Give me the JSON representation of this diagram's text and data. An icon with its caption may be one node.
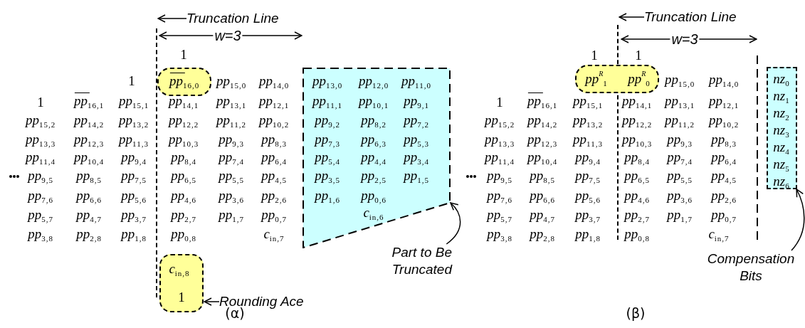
{
  "diagram": {
    "nodes": [
      {
        "text": [
          "Truncation Line"
        ]
      },
      {
        "text": [],
        "shape": "line"
      },
      {
        "text": [
          "*pp*$_{16,0}$"
        ]
      },
      {
        "text": [
          "*c*$_{in,8}$",
          "1"
        ]
      },
      {
        "text": [
          "Rounding Ace"
        ]
      },
      {
        "text": [
          "*pp*$_{13,0}$",
          "*pp*$_{12,0}$",
          "*pp*$_{11,0}$",
          "*pp*$_{11,1}$",
          "*pp*$_{10,1}$",
          "*pp*$_{9,1}$",
          "*pp*$_{9,2}$",
          "*pp*$_{8,2}$",
          "*pp*$_{7,2}$",
          "*pp*$_{7,3}$",
          "*pp*$_{6,3}$",
          "*pp*$_{5,3}$",
          "*pp*$_{5,4}$",
          "*pp*$_{4,4}$",
          "*pp*$_{3,4}$",
          "*pp*$_{3,5}$",
          "*pp*$_{2,5}$",
          "*pp*$_{1,5}$",
          "*pp*$_{1,6}$",
          "*pp*$_{0,6}$",
          "*c*$_{in,6}$"
        ]
      },
      {
        "text": [
          "Part to Be Truncated"
        ]
      },
      {
        "text": [
          "Truncation Line"
        ]
      },
      {
        "text": [],
        "shape": "line"
      },
      {
        "text": [
          "*pp*$^{R}$$_{1}$",
          "*pp*$^{R}$$_{0}$"
        ]
      },
      {
        "text": [
          "*nz*$_{0}$",
          "*nz*$_{1}$",
          "*nz*$_{2}$",
          "*nz*$_{3}$",
          "*nz*$_{4}$",
          "*nz*$_{5}$",
          "*nz*$_{6}$"
        ]
      },
      {
        "text": [
          "Compensation Bits"
        ]
      }
    ],
    "edges": [
      {
        "from": 0,
        "to": 1,
        "arrow": "to"
      },
      {
        "from": 4,
        "to": 3,
        "arrow": "to"
      },
      {
        "from": 6,
        "to": 5,
        "arrow": "to"
      },
      {
        "from": 7,
        "to": 8,
        "arrow": "to"
      },
      {
        "from": 11,
        "to": 10,
        "arrow": "to"
      }
    ],
    "labels": [
      "w=3",
      "1",
      "1",
      "*pp*$_{15,0}$",
      "*pp*$_{14,0}$",
      "1",
      "*pp*$_{16,1}$",
      "*pp*$_{15,1}$",
      "*pp*$_{14,1}$",
      "*pp*$_{13,1}$",
      "*pp*$_{12,1}$",
      "*pp*$_{15,2}$",
      "*pp*$_{14,2}$",
      "*pp*$_{13,2}$",
      "*pp*$_{12,2}$",
      "*pp*$_{11,2}$",
      "*pp*$_{10,2}$",
      "*pp*$_{13,3}$",
      "*pp*$_{12,3}$",
      "*pp*$_{11,3}$",
      "*pp*$_{10,3}$",
      "*pp*$_{9,3}$",
      "*pp*$_{8,3}$",
      "*pp*$_{11,4}$",
      "*pp*$_{10,4}$",
      "*pp*$_{9,4}$",
      "*pp*$_{8,4}$",
      "*pp*$_{7,4}$",
      "*pp*$_{6,4}$",
      "*pp*$_{9,5}$",
      "*pp*$_{8,5}$",
      "*pp*$_{7,5}$",
      "*pp*$_{6,5}$",
      "*pp*$_{5,5}$",
      "*pp*$_{4,5}$",
      "*pp*$_{7,6}$",
      "*pp*$_{6,6}$",
      "*pp*$_{5,6}$",
      "*pp*$_{4,6}$",
      "*pp*$_{3,6}$",
      "*pp*$_{2,6}$",
      "*pp*$_{5,7}$",
      "*pp*$_{4,7}$",
      "*pp*$_{3,7}$",
      "*pp*$_{2,7}$",
      "*pp*$_{1,7}$",
      "*pp*$_{0,7}$",
      "*pp*$_{3,8}$",
      "*pp*$_{2,8}$",
      "*pp*$_{1,8}$",
      "*pp*$_{0,8}$",
      "*c*$_{in,7}$",
      "(α)",
      "w=3",
      "1",
      "1",
      "*pp*$_{15,0}$",
      "*pp*$_{14,0}$",
      "1",
      "*pp*$_{16,1}$",
      "*pp*$_{15,1}$",
      "*pp*$_{14,1}$",
      "*pp*$_{13,1}$",
      "*pp*$_{12,1}$",
      "*pp*$_{15,2}$",
      "*pp*$_{14,2}$",
      "*pp*$_{13,2}$",
      "*pp*$_{12,2}$",
      "*pp*$_{11,2}$",
      "*pp*$_{10,2}$",
      "*pp*$_{13,3}$",
      "*pp*$_{12,3}$",
      "*pp*$_{11,3}$",
      "*pp*$_{10,3}$",
      "*pp*$_{9,3}$",
      "*pp*$_{8,3}$",
      "*pp*$_{11,4}$",
      "*pp*$_{10,4}$",
      "*pp*$_{9,4}$",
      "*pp*$_{8,4}$",
      "*pp*$_{7,4}$",
      "*pp*$_{6,4}$",
      "*pp*$_{9,5}$",
      "*pp*$_{8,5}$",
      "*pp*$_{7,5}$",
      "*pp*$_{6,5}$",
      "*pp*$_{5,5}$",
      "*pp*$_{4,5}$",
      "*pp*$_{7,6}$",
      "*pp*$_{6,6}$",
      "*pp*$_{5,6}$",
      "*pp*$_{4,6}$",
      "*pp*$_{3,6}$",
      "*pp*$_{2,6}$",
      "*pp*$_{5,7}$",
      "*pp*$_{4,7}$",
      "*pp*$_{3,7}$",
      "*pp*$_{2,7}$",
      "*pp*$_{1,7}$",
      "*pp*$_{0,7}$",
      "*pp*$_{3,8}$",
      "*pp*$_{2,8}$",
      "*pp*$_{1,8}$",
      "*pp*$_{0,8}$",
      "*c*$_{in,7}$",
      "(β)"
    ]
  }
}
